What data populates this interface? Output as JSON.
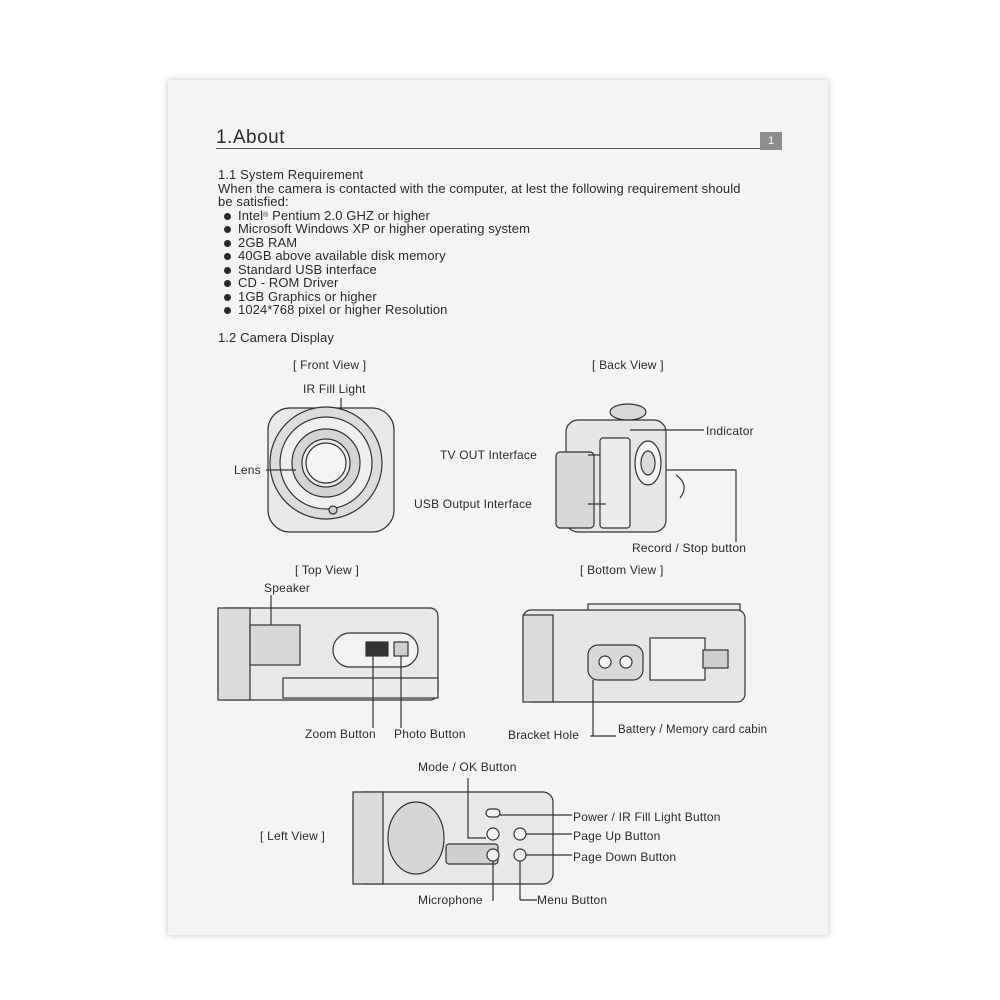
{
  "page": {
    "heading": "1.About",
    "page_number": "1",
    "section_1_title": "1.1 System Requirement",
    "section_1_intro_line1": "When the camera is contacted with the computer, at lest the following requirement should",
    "section_1_intro_line2": "be satisfied:",
    "requirements": [
      "Pentium 2.0 GHZ or higher",
      "Microsoft Windows XP or higher operating system",
      "2GB RAM",
      "40GB above available disk memory",
      "Standard USB interface",
      "CD - ROM Driver",
      "1GB Graphics or higher",
      "1024*768 pixel or higher Resolution"
    ],
    "req_brand": "Intel",
    "req_brand_mark": "®",
    "section_2_title": "1.2 Camera Display"
  },
  "views": {
    "front": {
      "title": "[ Front View ]",
      "labels": {
        "ir_fill_light": "IR Fill Light",
        "lens": "Lens"
      }
    },
    "back": {
      "title": "[ Back View ]",
      "labels": {
        "indicator": "Indicator",
        "tv_out": "TV OUT Interface",
        "usb_output": "USB Output Interface",
        "record_stop": "Record / Stop button"
      }
    },
    "top": {
      "title": "[ Top View ]",
      "labels": {
        "speaker": "Speaker",
        "zoom": "Zoom Button",
        "photo": "Photo Button"
      }
    },
    "bottom": {
      "title": "[ Bottom View ]",
      "labels": {
        "bracket_hole": "Bracket Hole",
        "battery_cabin": "Battery / Memory card cabin"
      }
    },
    "left": {
      "title": "[ Left View ]",
      "labels": {
        "mode_ok": "Mode / OK Button",
        "power_ir": "Power / IR Fill Light Button",
        "page_up": "Page Up Button",
        "page_down": "Page Down Button",
        "microphone": "Microphone",
        "menu": "Menu Button"
      }
    }
  }
}
